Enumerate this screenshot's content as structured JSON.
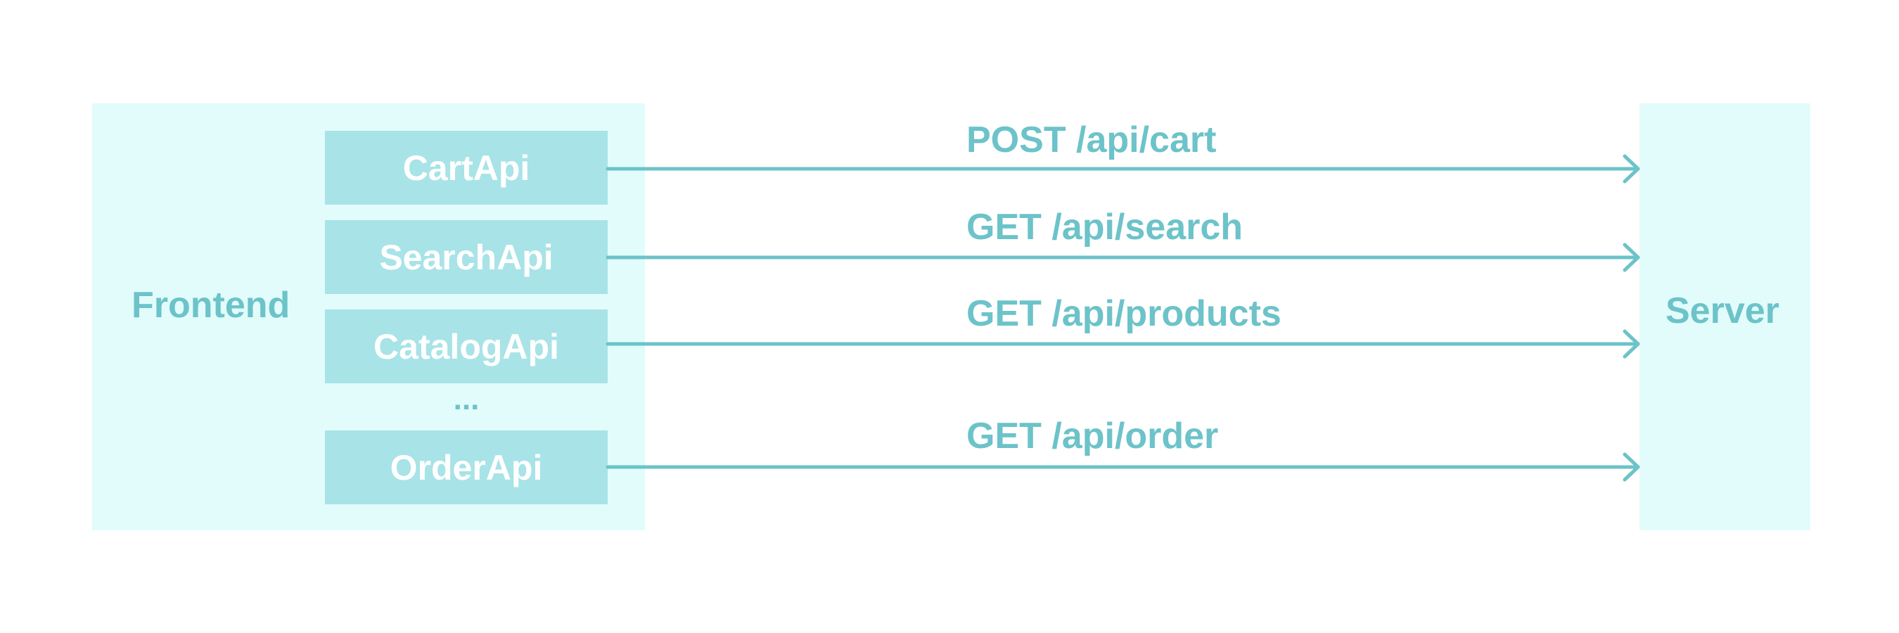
{
  "frontend": {
    "label": "Frontend",
    "apis": [
      "CartApi",
      "SearchApi",
      "CatalogApi",
      "OrderApi"
    ],
    "ellipsis": "..."
  },
  "server": {
    "label": "Server"
  },
  "routes": [
    "POST /api/cart",
    "GET /api/search",
    "GET /api/products",
    "GET /api/order"
  ],
  "colors": {
    "panel_fill": "#e2fcfb",
    "box_fill": "#a8e3e7",
    "accent": "#6cc3c9",
    "box_text": "#ffffff"
  }
}
